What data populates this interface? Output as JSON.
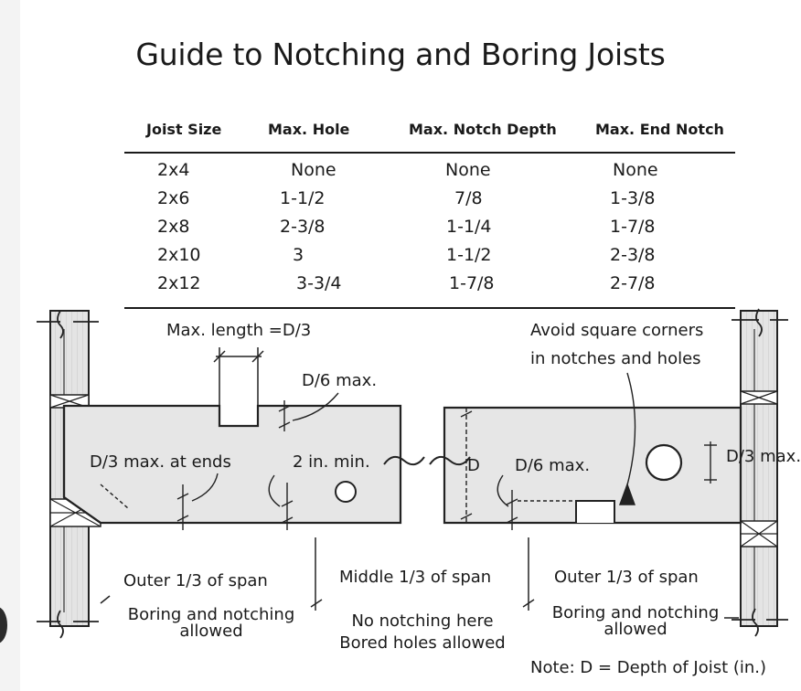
{
  "title": "Guide to Notching and Boring Joists",
  "table": {
    "headers": [
      "Joist Size",
      "Max. Hole",
      "Max. Notch Depth",
      "Max. End Notch"
    ],
    "rows": [
      [
        "2x4",
        "None",
        "None",
        "None"
      ],
      [
        "2x6",
        "1-1/2",
        "7/8",
        "1-3/8"
      ],
      [
        "2x8",
        "2-3/8",
        "1-1/4",
        "1-7/8"
      ],
      [
        "2x10",
        "3",
        "1-1/2",
        "2-3/8"
      ],
      [
        "2x12",
        "3-3/4",
        "1-7/8",
        "2-7/8"
      ]
    ]
  },
  "diagram": {
    "max_length": "Max. length =D/3",
    "d6_top": "D/6 max.",
    "d3_ends": "D/3 max. at ends",
    "two_in_min": "2 in. min.",
    "d_label": "D",
    "d6_right": "D/6 max.",
    "d3_max": "D/3 max.",
    "avoid_line1": "Avoid square corners",
    "avoid_line2": "in notches and holes",
    "outer_left": "Outer 1/3 of span",
    "middle": "Middle 1/3 of span",
    "outer_right": "Outer 1/3 of span",
    "boring_left_1": "Boring and notching",
    "boring_left_2": "allowed",
    "no_notch_1": "No notching here",
    "no_notch_2": "Bored holes allowed",
    "boring_right_1": "Boring and notching",
    "boring_right_2": "allowed",
    "note": "Note: D = Depth of Joist (in.)"
  }
}
